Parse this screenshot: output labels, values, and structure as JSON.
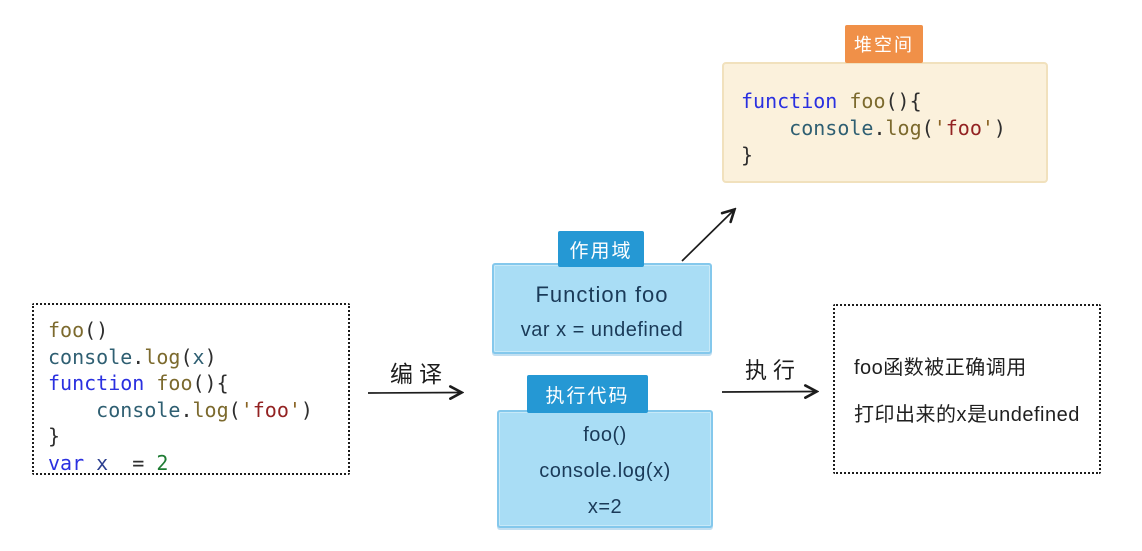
{
  "palette": {
    "kw": "#2a30e0",
    "fn": "#7c6a2e",
    "obj": "#2f5f72",
    "vr": "#2f5f72",
    "vn": "#2c3f8f",
    "qt": "#8a6424",
    "st": "#932222",
    "num": "#1e7b33",
    "pn": "#2e2e2e"
  },
  "colors": {
    "tab_blue": "#2598d4",
    "box_light_blue": "#a9ddf5",
    "tab_orange": "#f09048",
    "box_cream": "#fbf1dc",
    "navy_text": "#1a3a58",
    "ink": "#1c1c1c"
  },
  "source_box": {
    "code": [
      [
        [
          "foo",
          "fn"
        ],
        [
          "()",
          "pn"
        ]
      ],
      [
        [
          "console",
          "obj"
        ],
        [
          ".",
          "pn"
        ],
        [
          "log",
          "fn"
        ],
        [
          "(",
          "pn"
        ],
        [
          "x",
          "vr"
        ],
        [
          ")",
          "pn"
        ]
      ],
      [
        [
          "function",
          "kw"
        ],
        [
          " ",
          "pn"
        ],
        [
          "foo",
          "fn"
        ],
        [
          "(){",
          "pn"
        ]
      ],
      [
        [
          "    ",
          "pn"
        ],
        [
          "console",
          "obj"
        ],
        [
          ".",
          "pn"
        ],
        [
          "log",
          "fn"
        ],
        [
          "(",
          "pn"
        ],
        [
          "'",
          "qt"
        ],
        [
          "foo",
          "st"
        ],
        [
          "'",
          "qt"
        ],
        [
          ")",
          "pn"
        ]
      ],
      [
        [
          "}",
          "pn"
        ]
      ],
      [
        [
          "var",
          "kw"
        ],
        [
          " ",
          "pn"
        ],
        [
          "x",
          "vn"
        ],
        [
          "  = ",
          "pn"
        ],
        [
          "2",
          "num"
        ]
      ]
    ]
  },
  "compile_arrow": {
    "label": "编译"
  },
  "execute_arrow": {
    "label": "执行"
  },
  "scope": {
    "tab": "作用域",
    "lines": [
      "Function foo",
      "var x = undefined"
    ]
  },
  "exec_code": {
    "tab": "执行代码",
    "lines": [
      "foo()",
      "console.log(x)",
      "x=2"
    ]
  },
  "heap": {
    "tab": "堆空间",
    "code": [
      [
        [
          "function",
          "kw"
        ],
        [
          " ",
          "pn"
        ],
        [
          "foo",
          "fn"
        ],
        [
          "(){",
          "pn"
        ]
      ],
      [
        [
          "    ",
          "pn"
        ],
        [
          "console",
          "obj"
        ],
        [
          ".",
          "pn"
        ],
        [
          "log",
          "fn"
        ],
        [
          "(",
          "pn"
        ],
        [
          "'",
          "qt"
        ],
        [
          "foo",
          "st"
        ],
        [
          "'",
          "qt"
        ],
        [
          ")",
          "pn"
        ]
      ],
      [
        [
          "}",
          "pn"
        ]
      ]
    ]
  },
  "result_box": {
    "lines": [
      "foo函数被正确调用",
      "打印出来的x是undefined"
    ]
  }
}
